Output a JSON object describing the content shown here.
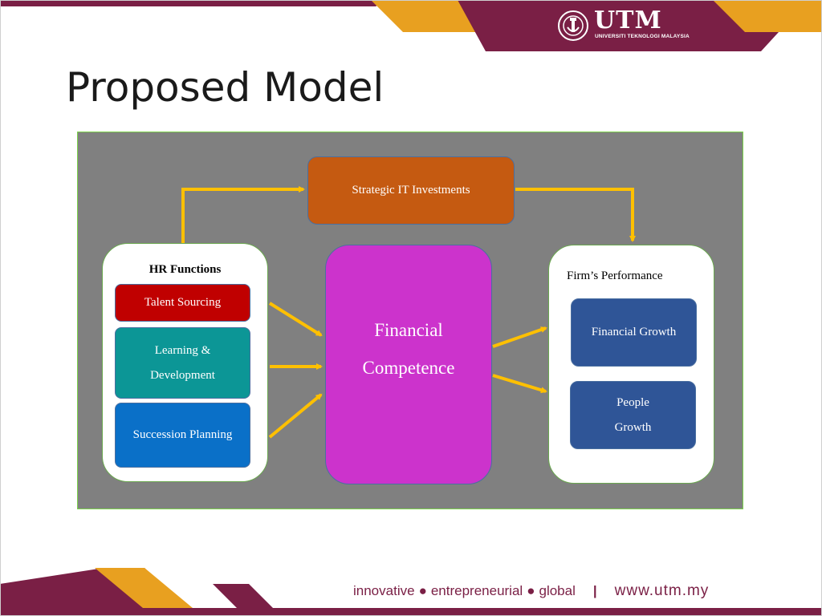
{
  "slide": {
    "title": "Proposed Model",
    "logo": {
      "text": "UTM",
      "subtext": "UNIVERSITI TEKNOLOGI MALAYSIA"
    },
    "footer": {
      "tagline_1": "innovative",
      "tagline_2": "entrepreneurial",
      "tagline_3": "global",
      "separator": "|",
      "website": "www.utm.my"
    },
    "colors": {
      "maroon": "#7a1f45",
      "gold": "#e8a020"
    }
  },
  "diagram": {
    "strategic_it": "Strategic IT Investments",
    "hr_functions": {
      "title": "HR Functions",
      "items": [
        {
          "line1": "Talent Sourcing",
          "line2": ""
        },
        {
          "line1": "Learning &",
          "line2": "Development"
        },
        {
          "line1": "Succession Planning",
          "line2": ""
        }
      ]
    },
    "financial_competence": {
      "line1": "Financial",
      "line2": "Competence"
    },
    "firms_performance": {
      "title": "Firm’s Performance",
      "items": [
        {
          "line1": "Financial Growth",
          "line2": ""
        },
        {
          "line1": "People",
          "line2": "Growth"
        }
      ]
    },
    "colors": {
      "strategic_it": "#c55a11",
      "talent_sourcing": "#c00000",
      "learning_development": "#0c9696",
      "succession_planning": "#0a70c8",
      "financial_competence": "#cc33cc",
      "financial_growth": "#2f5597",
      "people_growth": "#2f5597",
      "arrows": "#ffc000",
      "background": "#808080"
    }
  }
}
